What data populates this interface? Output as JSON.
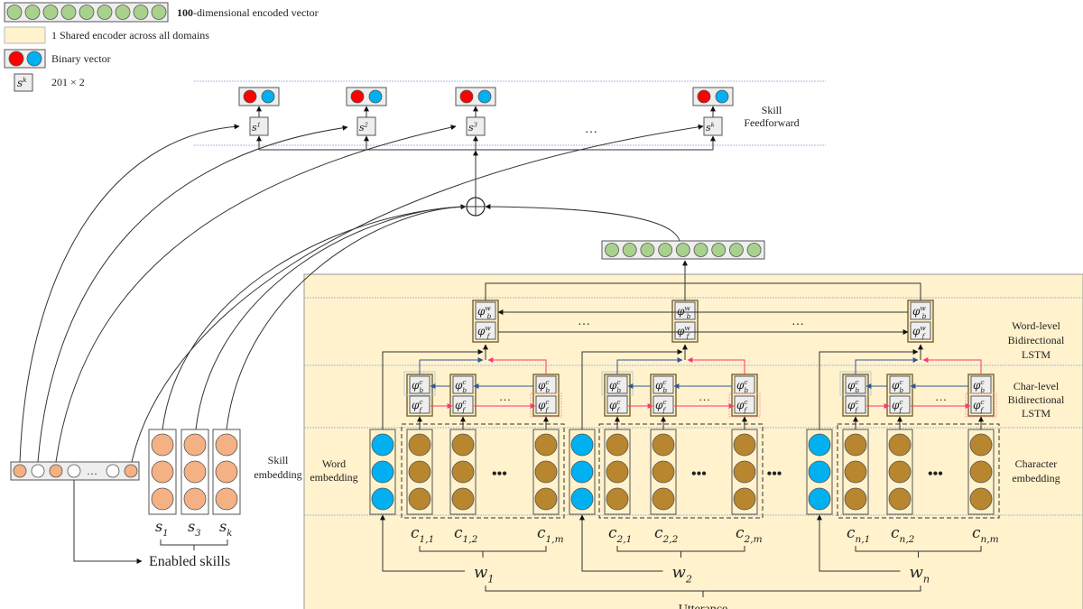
{
  "legend": {
    "encoded_vector": {
      "bold": "100",
      "text": "-dimensional encoded vector"
    },
    "shared_encoder": "1 Shared encoder across all domains",
    "binary_vector": "Binary vector",
    "skill_matrix": {
      "symbol": "s",
      "sup": "k",
      "text": "201 × 2"
    }
  },
  "colors": {
    "encoded_green": "#a9d18e",
    "encoder_bg": "#fff2cc",
    "binary_red": "#ff0000",
    "binary_blue": "#00b0f0",
    "skill_orange": "#f4b183",
    "char_brown": "#b8862e",
    "word_blue": "#00b0f0",
    "backward_blue": "#2f5597",
    "forward_pink": "#ff3377"
  },
  "skill_feedforward": {
    "label_line1": "Skill",
    "label_line2": "Feedforward",
    "nodes": [
      {
        "sym": "s",
        "sup": "1"
      },
      {
        "sym": "s",
        "sup": "2"
      },
      {
        "sym": "s",
        "sup": "3"
      },
      {
        "sym": "s",
        "sup": "k"
      }
    ],
    "ellipsis": "…"
  },
  "skill_embedding": {
    "label_line1": "Skill",
    "label_line2": "embedding",
    "columns": [
      {
        "sym": "s",
        "sub": "1"
      },
      {
        "sym": "s",
        "sub": "3"
      },
      {
        "sym": "s",
        "sub": "k"
      }
    ],
    "enabled_mask": [
      true,
      false,
      true,
      false,
      false,
      true
    ],
    "enabled_label": "Enabled skills",
    "ellipsis": "…"
  },
  "encoder": {
    "word_lstm": {
      "line1": "Word-level",
      "line2": "Bidirectional",
      "line3": "LSTM",
      "b": "w",
      "f": "w"
    },
    "char_lstm": {
      "line1": "Char-level",
      "line2": "Bidirectional",
      "line3": "LSTM"
    },
    "char_embedding": {
      "line1": "Character",
      "line2": "embedding"
    },
    "word_embedding": {
      "line1": "Word",
      "line2": "embedding"
    },
    "ellipsis": "…",
    "big_ellipsis": "•••",
    "words": [
      {
        "w": "w",
        "wsub": "1",
        "chars": [
          "1,1",
          "1,2",
          "1,m"
        ]
      },
      {
        "w": "w",
        "wsub": "2",
        "chars": [
          "2,1",
          "2,2",
          "2,m"
        ]
      },
      {
        "w": "w",
        "wsub": "n",
        "chars": [
          "n,1",
          "n,2",
          "n,m"
        ]
      }
    ],
    "char_sym": "c",
    "utterance_label": "Utterance",
    "phi": "φ"
  }
}
